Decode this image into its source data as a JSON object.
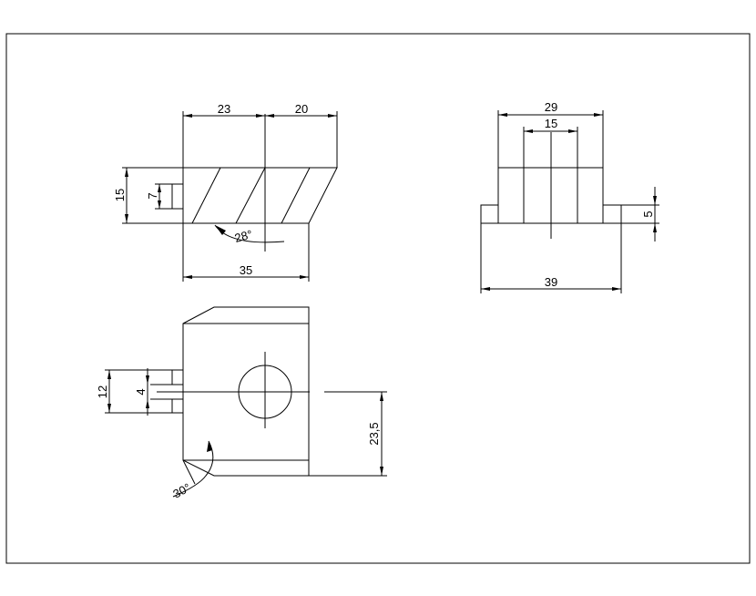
{
  "drawing": {
    "front_view": {
      "dim_top_left": "23",
      "dim_top_right": "20",
      "dim_height": "15",
      "dim_slot": "7",
      "dim_angle": "28°",
      "dim_bottom": "35"
    },
    "side_view": {
      "dim_top_outer": "29",
      "dim_top_inner": "15",
      "dim_flange": "5",
      "dim_bottom": "39"
    },
    "top_view": {
      "dim_outer": "12",
      "dim_slot": "4",
      "dim_offset": "23,5",
      "dim_angle": "30°"
    }
  }
}
